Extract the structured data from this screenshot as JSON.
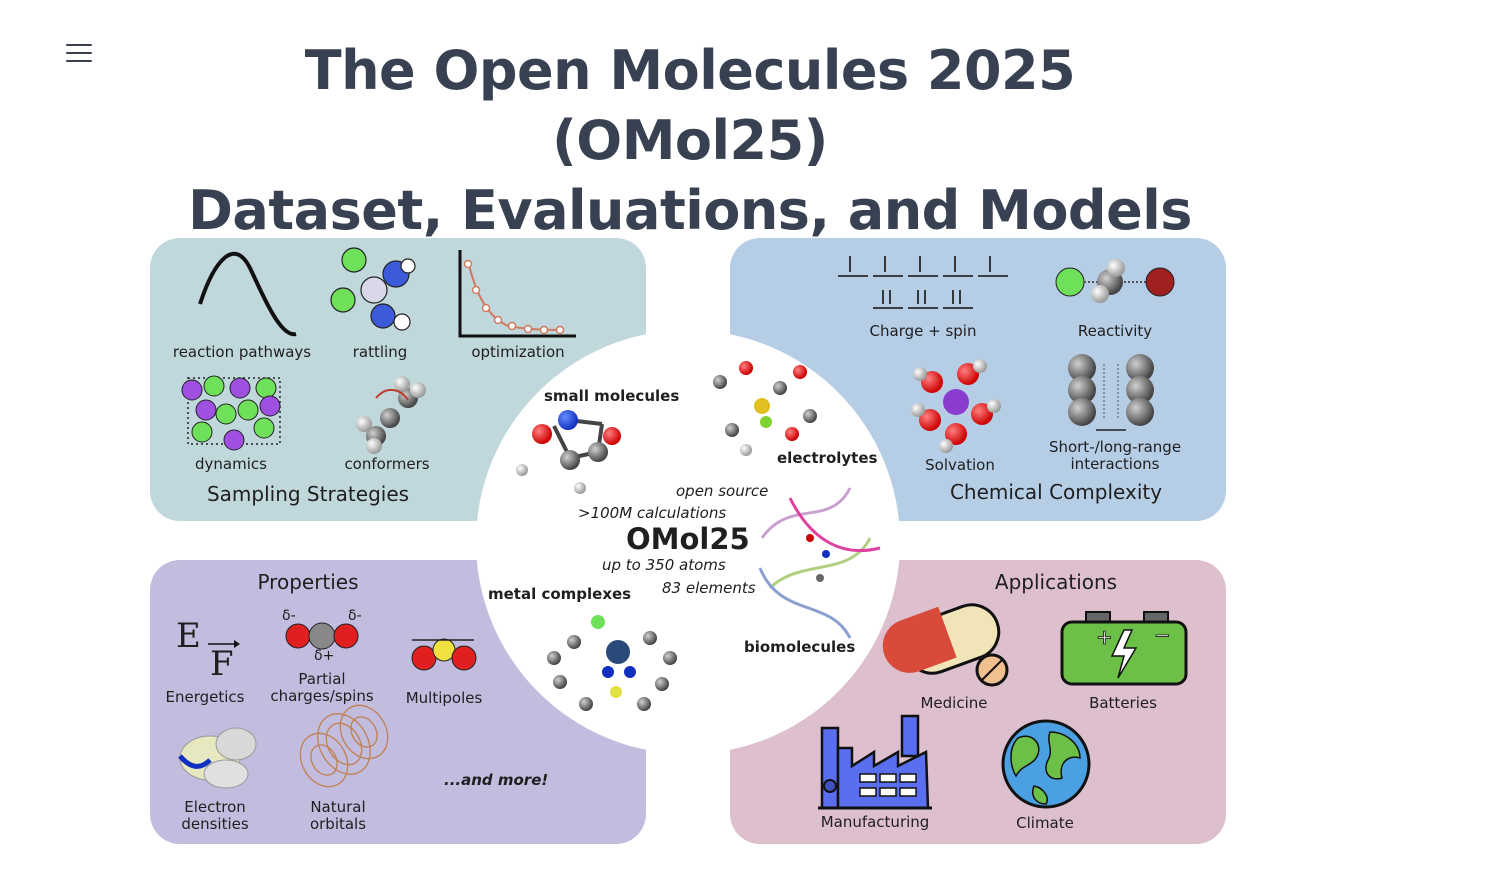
{
  "header": {
    "menu_icon": "hamburger-menu-icon",
    "title_line1": "The Open Molecules 2025 (OMol25)",
    "title_line2": "Dataset, Evaluations, and Models"
  },
  "figure": {
    "center": {
      "name": "OMol25",
      "open_source": "open source",
      "calculations": ">100M calculations",
      "atoms": "up to 350 atoms",
      "elements": "83 elements",
      "small_molecules": "small molecules",
      "electrolytes": "electrolytes",
      "metal_complexes": "metal complexes",
      "biomolecules": "biomolecules"
    },
    "sampling": {
      "title": "Sampling Strategies",
      "reaction_pathways": "reaction pathways",
      "rattling": "rattling",
      "optimization": "optimization",
      "dynamics": "dynamics",
      "conformers": "conformers"
    },
    "chemical": {
      "title": "Chemical Complexity",
      "charge_spin": "Charge + spin",
      "reactivity": "Reactivity",
      "solvation": "Solvation",
      "interactions_line1": "Short-/long-range",
      "interactions_line2": "interactions"
    },
    "properties": {
      "title": "Properties",
      "energetics": "Energetics",
      "partial_line1": "Partial",
      "partial_line2": "charges/spins",
      "multipoles": "Multipoles",
      "electron_line1": "Electron",
      "electron_line2": "densities",
      "natural_line1": "Natural",
      "natural_line2": "orbitals",
      "and_more": "...and more!",
      "energy_symbol": "E",
      "force_symbol": "F",
      "delta_minus": "δ-",
      "delta_plus": "δ+"
    },
    "applications": {
      "title": "Applications",
      "medicine": "Medicine",
      "batteries": "Batteries",
      "manufacturing": "Manufacturing",
      "climate": "Climate"
    }
  },
  "colors": {
    "title": "#374151",
    "sampling_bg": "#c0d8dc",
    "chemical_bg": "#b6cde6",
    "properties_bg": "#c2bcdf",
    "applications_bg": "#ddbfce"
  }
}
